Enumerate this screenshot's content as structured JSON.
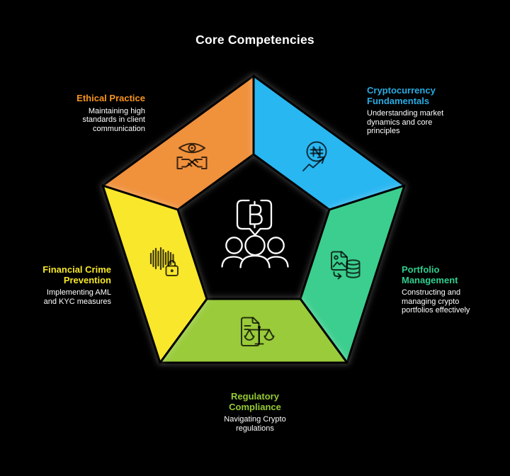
{
  "title": "Core Competencies",
  "diagram_type": "pentagon-infographic",
  "background_color": "#000000",
  "center_icon": "bitcoin-speech-bubble-over-people-group",
  "segments": [
    {
      "id": "ethical-practice",
      "title": "Ethical Practice",
      "description": "Maintaining high\nstandards in client\ncommunication",
      "color": "#F0913C",
      "title_color": "#F7941E",
      "icon": "eye-over-handshake-icon",
      "position": "top-left"
    },
    {
      "id": "cryptocurrency-fundamentals",
      "title": "Cryptocurrency\nFundamentals",
      "description": "Understanding market\ndynamics and core\nprinciples",
      "color": "#29B7F1",
      "title_color": "#29ABE2",
      "icon": "naira-coin-growth-arrow-icon",
      "position": "top-right"
    },
    {
      "id": "portfolio-management",
      "title": "Portfolio\nManagement",
      "description": "Constructing and\nmanaging crypto\nportfolios effectively",
      "color": "#3CCE8E",
      "title_color": "#2FCE8F",
      "icon": "asset-file-to-database-icon",
      "position": "right"
    },
    {
      "id": "regulatory-compliance",
      "title": "Regulatory\nCompliance",
      "description": "Navigating Crypto\nregulations",
      "color": "#9ACB3B",
      "title_color": "#96CA33",
      "icon": "document-scales-of-justice-icon",
      "position": "bottom"
    },
    {
      "id": "financial-crime-prevention",
      "title": "Financial Crime\nPrevention",
      "description": "Implementing AML\nand KYC measures",
      "color": "#F9E72B",
      "title_color": "#F7E728",
      "icon": "audio-waveform-padlock-icon",
      "position": "left"
    }
  ]
}
